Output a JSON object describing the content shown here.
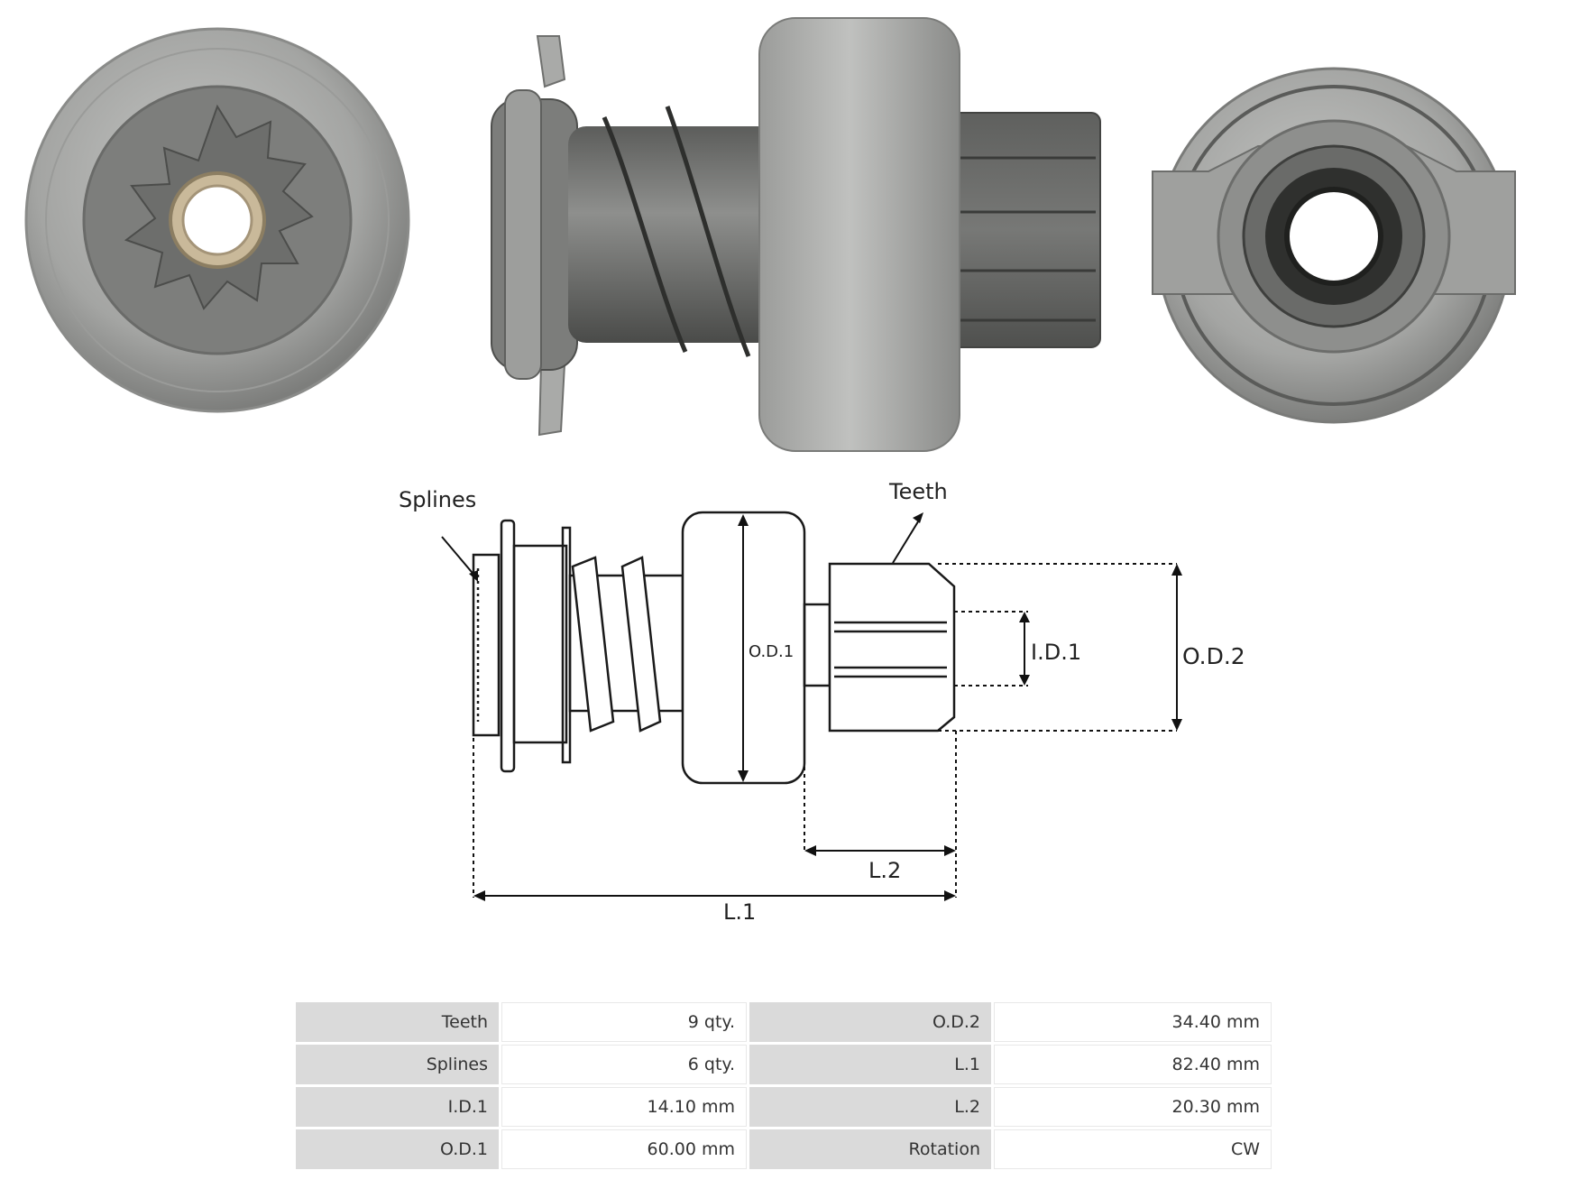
{
  "diagram": {
    "labels": {
      "splines": "Splines",
      "teeth": "Teeth",
      "od1": "O.D.1",
      "id1": "I.D.1",
      "od2": "O.D.2",
      "l2": "L.2",
      "l1": "L.1"
    }
  },
  "specs": {
    "rows": [
      {
        "k1": "Teeth",
        "v1": "9 qty.",
        "k2": "O.D.2",
        "v2": "34.40 mm"
      },
      {
        "k1": "Splines",
        "v1": "6 qty.",
        "k2": "L.1",
        "v2": "82.40 mm"
      },
      {
        "k1": "I.D.1",
        "v1": "14.10 mm",
        "k2": "L.2",
        "v2": "20.30 mm"
      },
      {
        "k1": "O.D.1",
        "v1": "60.00 mm",
        "k2": "Rotation",
        "v2": "CW"
      }
    ]
  },
  "colors": {
    "metal_light": "#b9b9b7",
    "metal_mid": "#8d8e8c",
    "metal_dark": "#4c4d4b",
    "bushing": "#c9b99a"
  }
}
